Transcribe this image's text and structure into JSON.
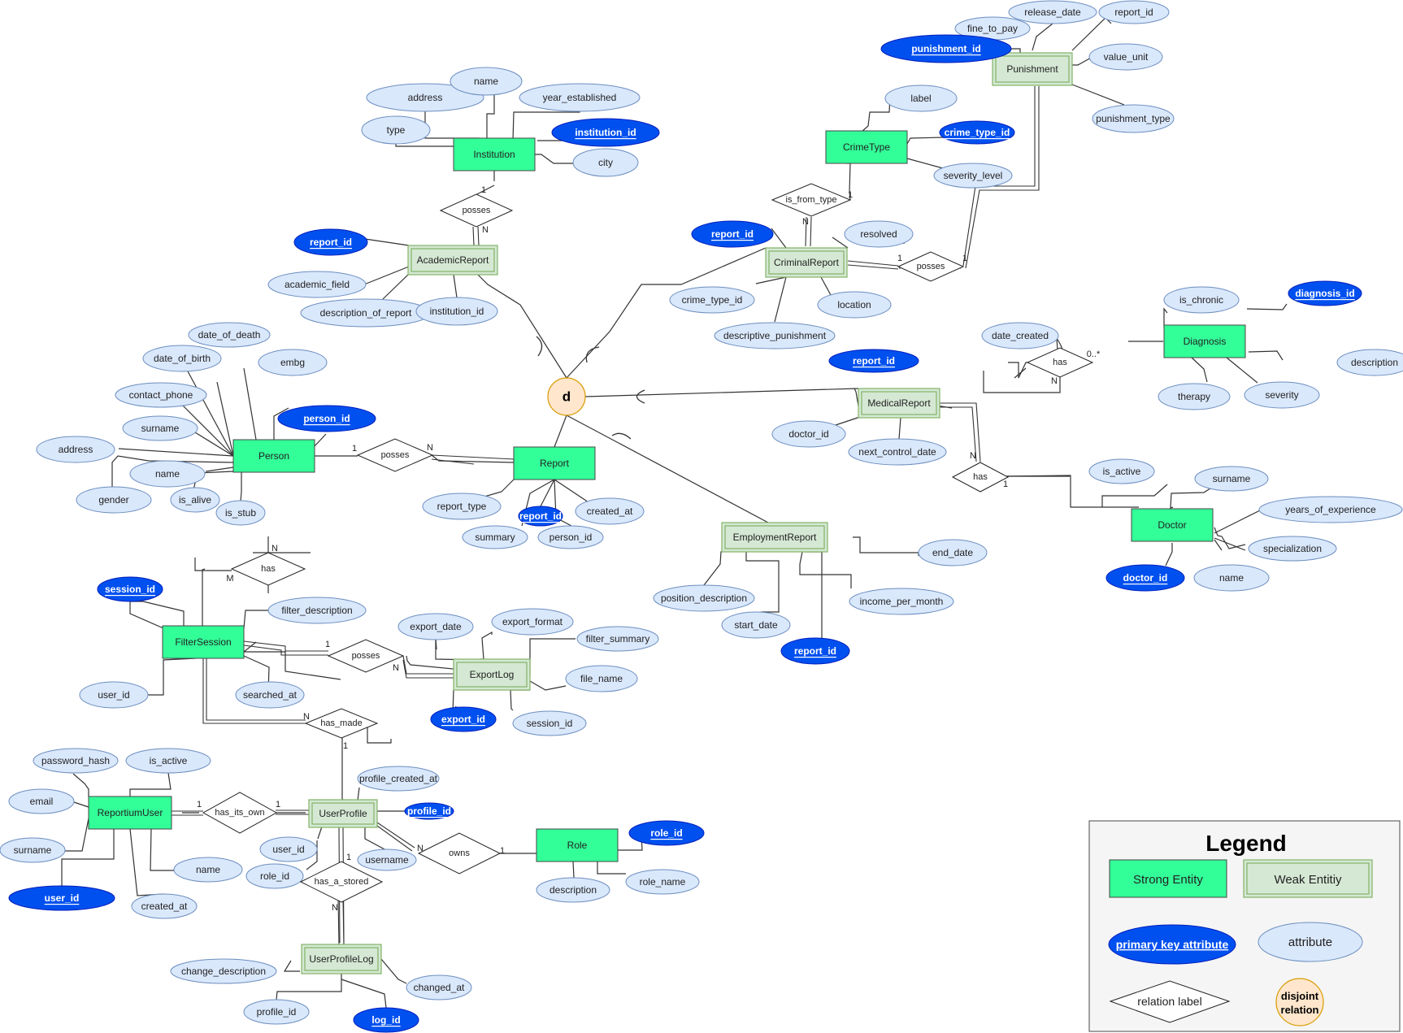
{
  "colors": {
    "strong_fill": "#33ff99",
    "weak_fill": "#d5e8d4",
    "weak_stroke": "#82b366",
    "attr_fill": "#dae8fc",
    "attr_stroke": "#6c8ebf",
    "pk_fill": "#0050ef",
    "disjoint_fill": "#ffe6cc",
    "disjoint_stroke": "#d79b00",
    "line": "#333333"
  },
  "entities": [
    {
      "id": "institution",
      "label": "Institution",
      "kind": "strong"
    },
    {
      "id": "academic",
      "label": "AcademicReport",
      "kind": "weak"
    },
    {
      "id": "crimetype",
      "label": "CrimeType",
      "kind": "strong"
    },
    {
      "id": "criminal",
      "label": "CriminalReport",
      "kind": "weak"
    },
    {
      "id": "punishment",
      "label": "Punishment",
      "kind": "weak"
    },
    {
      "id": "diagnosis",
      "label": "Diagnosis",
      "kind": "strong"
    },
    {
      "id": "medical",
      "label": "MedicalReport",
      "kind": "weak"
    },
    {
      "id": "doctor",
      "label": "Doctor",
      "kind": "strong"
    },
    {
      "id": "person",
      "label": "Person",
      "kind": "strong"
    },
    {
      "id": "report",
      "label": "Report",
      "kind": "strong"
    },
    {
      "id": "employment",
      "label": "EmploymentReport",
      "kind": "weak"
    },
    {
      "id": "filtersession",
      "label": "FilterSession",
      "kind": "strong"
    },
    {
      "id": "exportlog",
      "label": "ExportLog",
      "kind": "weak"
    },
    {
      "id": "reportiumuser",
      "label": "ReportiumUser",
      "kind": "strong"
    },
    {
      "id": "userprofile",
      "label": "UserProfile",
      "kind": "weak"
    },
    {
      "id": "role",
      "label": "Role",
      "kind": "strong"
    },
    {
      "id": "userprofilelog",
      "label": "UserProfileLog",
      "kind": "weak"
    }
  ],
  "attributes": [
    {
      "id": "inst_address",
      "label": "address"
    },
    {
      "id": "inst_name",
      "label": "name"
    },
    {
      "id": "inst_year",
      "label": "year_established"
    },
    {
      "id": "inst_type",
      "label": "type"
    },
    {
      "id": "inst_pk",
      "label": "institution_id",
      "pk": true
    },
    {
      "id": "inst_city",
      "label": "city"
    },
    {
      "id": "acad_pk",
      "label": "report_id",
      "pk": true
    },
    {
      "id": "acad_field",
      "label": "academic_field"
    },
    {
      "id": "acad_desc",
      "label": "description_of_report"
    },
    {
      "id": "acad_inst",
      "label": "institution_id"
    },
    {
      "id": "pun_fine",
      "label": "fine_to_pay"
    },
    {
      "id": "pun_release",
      "label": "release_date"
    },
    {
      "id": "pun_report",
      "label": "report_id"
    },
    {
      "id": "pun_pk",
      "label": "punishment_id",
      "pk": true
    },
    {
      "id": "pun_value",
      "label": "value_unit"
    },
    {
      "id": "pun_type",
      "label": "punishment_type"
    },
    {
      "id": "ct_label",
      "label": "label"
    },
    {
      "id": "ct_pk",
      "label": "crime_type_id",
      "pk": true
    },
    {
      "id": "ct_sev",
      "label": "severity_level"
    },
    {
      "id": "cr_pk",
      "label": "report_id",
      "pk": true
    },
    {
      "id": "cr_resolved",
      "label": "resolved"
    },
    {
      "id": "cr_ctid",
      "label": "crime_type_id"
    },
    {
      "id": "cr_loc",
      "label": "location"
    },
    {
      "id": "cr_desc",
      "label": "descriptive_punishment"
    },
    {
      "id": "dg_chronic",
      "label": "is_chronic"
    },
    {
      "id": "dg_pk",
      "label": "diagnosis_id",
      "pk": true
    },
    {
      "id": "dg_desc",
      "label": "description"
    },
    {
      "id": "dg_therapy",
      "label": "therapy"
    },
    {
      "id": "dg_sev",
      "label": "severity"
    },
    {
      "id": "md_date",
      "label": "date_created"
    },
    {
      "id": "md_pk",
      "label": "report_id",
      "pk": true
    },
    {
      "id": "md_doc",
      "label": "doctor_id"
    },
    {
      "id": "md_next",
      "label": "next_control_date"
    },
    {
      "id": "doc_active",
      "label": "is_active"
    },
    {
      "id": "doc_surname",
      "label": "surname"
    },
    {
      "id": "doc_years",
      "label": "years_of_experience"
    },
    {
      "id": "doc_spec",
      "label": "specialization"
    },
    {
      "id": "doc_name",
      "label": "name"
    },
    {
      "id": "doc_pk",
      "label": "doctor_id",
      "pk": true
    },
    {
      "id": "p_death",
      "label": "date_of_death"
    },
    {
      "id": "p_birth",
      "label": "date_of_birth"
    },
    {
      "id": "p_embg",
      "label": "embg"
    },
    {
      "id": "p_phone",
      "label": "contact_phone"
    },
    {
      "id": "p_surname",
      "label": "surname"
    },
    {
      "id": "p_pk",
      "label": "person_id",
      "pk": true
    },
    {
      "id": "p_address",
      "label": "address"
    },
    {
      "id": "p_name",
      "label": "name"
    },
    {
      "id": "p_gender",
      "label": "gender"
    },
    {
      "id": "p_alive",
      "label": "is_alive"
    },
    {
      "id": "p_stub",
      "label": "is_stub"
    },
    {
      "id": "r_type",
      "label": "report_type"
    },
    {
      "id": "r_summary",
      "label": "summary"
    },
    {
      "id": "r_pk",
      "label": "report_id",
      "pk": true
    },
    {
      "id": "r_person",
      "label": "person_id"
    },
    {
      "id": "r_created",
      "label": "created_at"
    },
    {
      "id": "e_end",
      "label": "end_date"
    },
    {
      "id": "e_pos",
      "label": "position_description"
    },
    {
      "id": "e_income",
      "label": "income_per_month"
    },
    {
      "id": "e_start",
      "label": "start_date"
    },
    {
      "id": "e_pk",
      "label": "report_id",
      "pk": true
    },
    {
      "id": "fs_pk",
      "label": "session_id",
      "pk": true
    },
    {
      "id": "fs_filter",
      "label": "filter_description"
    },
    {
      "id": "fs_user",
      "label": "user_id"
    },
    {
      "id": "fs_searched",
      "label": "searched_at"
    },
    {
      "id": "ex_date",
      "label": "export_date"
    },
    {
      "id": "ex_format",
      "label": "export_format"
    },
    {
      "id": "ex_filter",
      "label": "filter_summary"
    },
    {
      "id": "ex_file",
      "label": "file_name"
    },
    {
      "id": "ex_pk",
      "label": "export_id",
      "pk": true
    },
    {
      "id": "ex_session",
      "label": "session_id"
    },
    {
      "id": "ru_pass",
      "label": "password_hash"
    },
    {
      "id": "ru_active",
      "label": "is_active"
    },
    {
      "id": "ru_email",
      "label": "email"
    },
    {
      "id": "ru_surname",
      "label": "surname"
    },
    {
      "id": "ru_pk",
      "label": "user_id",
      "pk": true
    },
    {
      "id": "ru_created",
      "label": "created_at"
    },
    {
      "id": "ru_name",
      "label": "name"
    },
    {
      "id": "up_created",
      "label": "profile_created_at"
    },
    {
      "id": "up_pk",
      "label": "profile_id",
      "pk": true
    },
    {
      "id": "up_user",
      "label": "user_id"
    },
    {
      "id": "up_username",
      "label": "username"
    },
    {
      "id": "up_role",
      "label": "role_id"
    },
    {
      "id": "role_pk",
      "label": "role_id",
      "pk": true
    },
    {
      "id": "role_desc",
      "label": "description"
    },
    {
      "id": "role_name",
      "label": "role_name"
    },
    {
      "id": "upl_change",
      "label": "change_description"
    },
    {
      "id": "upl_changed",
      "label": "changed_at"
    },
    {
      "id": "upl_profile",
      "label": "profile_id"
    },
    {
      "id": "upl_pk",
      "label": "log_id",
      "pk": true
    }
  ],
  "relations": [
    {
      "id": "rel_inst_posses",
      "label": "posses"
    },
    {
      "id": "rel_is_from_type",
      "label": "is_from_type"
    },
    {
      "id": "rel_crim_posses",
      "label": "posses"
    },
    {
      "id": "rel_diag_has",
      "label": "has"
    },
    {
      "id": "rel_doc_has",
      "label": "has"
    },
    {
      "id": "rel_person_posses",
      "label": "posses"
    },
    {
      "id": "rel_person_has",
      "label": "has"
    },
    {
      "id": "rel_fs_posses",
      "label": "posses"
    },
    {
      "id": "rel_has_made",
      "label": "has_made"
    },
    {
      "id": "rel_has_its_own",
      "label": "has_its_own"
    },
    {
      "id": "rel_owns",
      "label": "owns"
    },
    {
      "id": "rel_has_a_stored",
      "label": "has_a_stored"
    }
  ],
  "cardinalities": [
    "1",
    "N",
    "1",
    "N",
    "1",
    "1",
    "0..*",
    "N",
    "N",
    "1",
    "1",
    "N",
    "N",
    "M",
    "1",
    "N",
    "N",
    "1",
    "1",
    "1",
    "N",
    "1",
    "1",
    "N"
  ],
  "disjoint": {
    "label": "d"
  },
  "legend": {
    "title": "Legend",
    "strong": "Strong Entity",
    "weak": "Weak Entitiy",
    "pk": "primary key attribute",
    "attr": "attribute",
    "relation": "relation label",
    "disjoint": [
      "disjoint",
      "relation"
    ]
  }
}
